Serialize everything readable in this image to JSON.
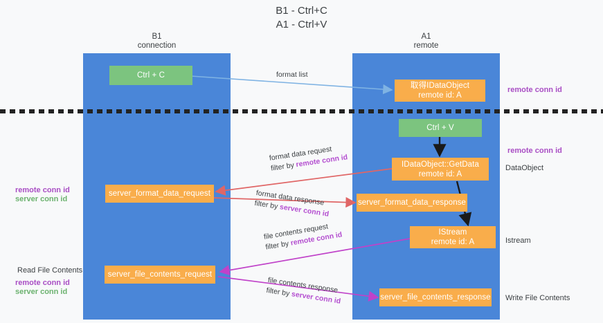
{
  "title": "B1 - Ctrl+C\nA1 - Ctrl+V",
  "columns": {
    "left": {
      "name": "B1",
      "role": "connection",
      "label": "B1\nconnection"
    },
    "right": {
      "name": "A1",
      "role": "remote",
      "label": "A1\nremote"
    }
  },
  "colors": {
    "lane": "#4a86d8",
    "node_orange": "#f9ad4b",
    "node_green": "#7cc47f",
    "remote_conn_id": "#a94ec4",
    "server_conn_id": "#6cb26f",
    "arrow_blue": "#7fb3e3",
    "arrow_red": "#e06666",
    "arrow_magenta": "#c042c9",
    "arrow_black": "#1a1a1a",
    "background": "#f8f9fa",
    "text": "#3c4043"
  },
  "nodes": {
    "ctrl_c": {
      "label": "Ctrl + C",
      "color": "green"
    },
    "idataobject_get": {
      "label": "取得IDataObject\nremote id: A",
      "color": "orange"
    },
    "ctrl_v": {
      "label": "Ctrl + V",
      "color": "green"
    },
    "getdata": {
      "label": "IDataObject::GetData\nremote id: A",
      "color": "orange"
    },
    "server_format_data_request": {
      "label": "server_format_data_request",
      "color": "orange"
    },
    "server_format_data_response": {
      "label": "server_format_data_response",
      "color": "orange"
    },
    "istream": {
      "label": "IStream\nremote id: A",
      "color": "orange"
    },
    "server_file_contents_request": {
      "label": "server_file_contents_request",
      "color": "orange"
    },
    "server_file_contents_response": {
      "label": "server_file_contents_response",
      "color": "orange"
    }
  },
  "edges": {
    "format_list": {
      "label": "format list"
    },
    "format_data_request": {
      "line1": "format data request",
      "line2_prefix": "filter by ",
      "line2_kw": "remote conn id"
    },
    "format_data_response": {
      "line1": "format data response",
      "line2_prefix": "filter by ",
      "line2_kw": "server conn id"
    },
    "file_contents_request": {
      "line1": "file contents request",
      "line2_prefix": "filter by ",
      "line2_kw": "remote conn id"
    },
    "file_contents_response": {
      "line1": "file contents response",
      "line2_prefix": "filter by ",
      "line2_kw": "server conn id"
    }
  },
  "annotations": {
    "right_top_remote_conn_id": "remote conn id",
    "right_mid_remote_conn_id": "remote conn id",
    "right_dataobject": "DataObject",
    "right_istream": "Istream",
    "right_write_file_contents": "Write File Contents",
    "left_remote_conn_id": "remote conn id",
    "left_server_conn_id": "server conn id",
    "left_read_file_contents": "Read File Contents",
    "left_remote_conn_id2": "remote conn id",
    "left_server_conn_id2": "server conn id"
  }
}
